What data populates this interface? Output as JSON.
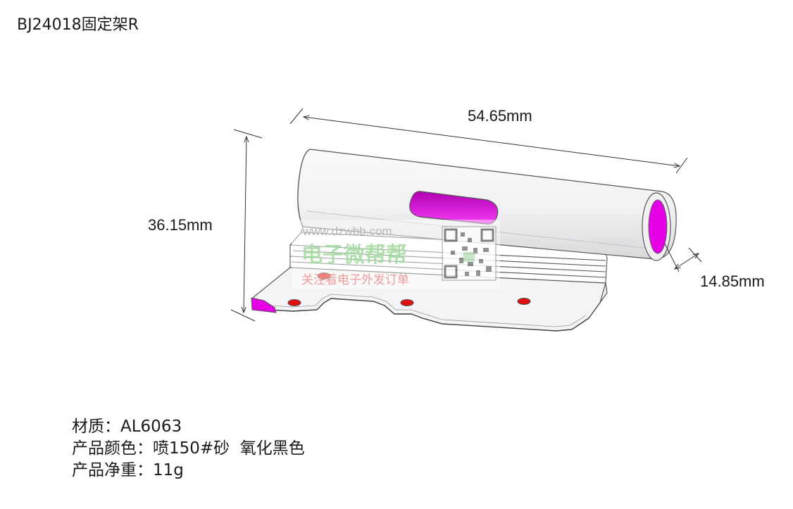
{
  "title": "BJ24018固定架R",
  "dimensions": {
    "length": "54.65mm",
    "height": "36.15mm",
    "diameter": "14.85mm"
  },
  "watermark": {
    "url": "www.dzwbb.com",
    "name": "电子微帮帮",
    "slogan": "关注看电子外发订单"
  },
  "specs": [
    {
      "label": "材质",
      "sep": "：",
      "value": "AL6063"
    },
    {
      "label": "产品颜色",
      "sep": "：",
      "value": "喷150#砂  氧化黑色"
    },
    {
      "label": "产品净重",
      "sep": "：",
      "value": "11g"
    }
  ],
  "colors": {
    "highlight": "#e600e6",
    "hole": "#e01010",
    "part_fill": "#f4f4f6",
    "part_outline": "#555555"
  }
}
